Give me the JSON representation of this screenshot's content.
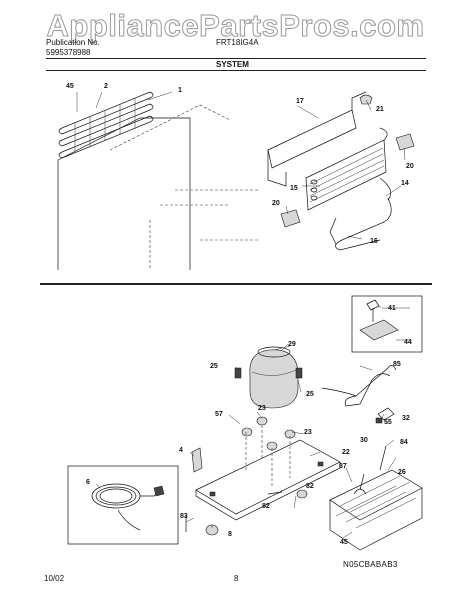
{
  "watermark": "AppliancePartsPros.com",
  "header": {
    "publication_label": "Publication No.",
    "publication_number": "5995378988",
    "model": "FRT18IG4A",
    "section_title": "SYSTEM"
  },
  "callouts": {
    "c45a": "45",
    "c2": "2",
    "c1": "1",
    "c17": "17",
    "c21": "21",
    "c20a": "20",
    "c15": "15",
    "c14": "14",
    "c20b": "20",
    "c16": "16",
    "c41": "41",
    "c44": "44",
    "c29": "29",
    "c85": "85",
    "c25a": "25",
    "c25b": "25",
    "c57": "57",
    "c23a": "23",
    "c23b": "23",
    "c55": "55",
    "c32": "32",
    "c30": "30",
    "c4": "4",
    "c84": "84",
    "c22": "22",
    "c87": "87",
    "c26": "26",
    "c6": "6",
    "c82a": "82",
    "c82b": "82",
    "c83": "83",
    "c45b": "45",
    "c8": "8"
  },
  "diagram_code": "N05CBABAB3",
  "footer": {
    "date": "10/02",
    "page": "8"
  }
}
